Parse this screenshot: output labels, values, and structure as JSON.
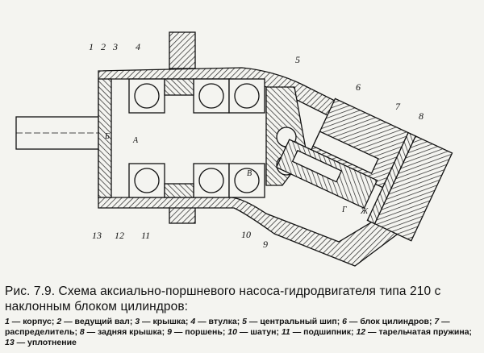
{
  "figure": {
    "part_labels": [
      "1",
      "2",
      "3",
      "4",
      "5",
      "6",
      "7",
      "8",
      "9",
      "10",
      "11",
      "12",
      "13"
    ],
    "section_letters": [
      "Б",
      "А",
      "В",
      "Г",
      "Ж"
    ]
  },
  "caption": {
    "title": "Рис. 7.9. Схема аксиально-поршневого насоса-гидродвигателя типа 210 с наклонным блоком цилиндров:",
    "legend": [
      {
        "num": "1",
        "text": "корпус"
      },
      {
        "num": "2",
        "text": "ведущий вал"
      },
      {
        "num": "3",
        "text": "крышка"
      },
      {
        "num": "4",
        "text": "втулка"
      },
      {
        "num": "5",
        "text": "центральный шип"
      },
      {
        "num": "6",
        "text": "блок цилиндров"
      },
      {
        "num": "7",
        "text": "распределитель"
      },
      {
        "num": "8",
        "text": "задняя крышка"
      },
      {
        "num": "9",
        "text": "поршень"
      },
      {
        "num": "10",
        "text": "шатун"
      },
      {
        "num": "11",
        "text": "подшипник"
      },
      {
        "num": "12",
        "text": "тарельчатая пружина"
      },
      {
        "num": "13",
        "text": "уплотнение"
      }
    ]
  }
}
